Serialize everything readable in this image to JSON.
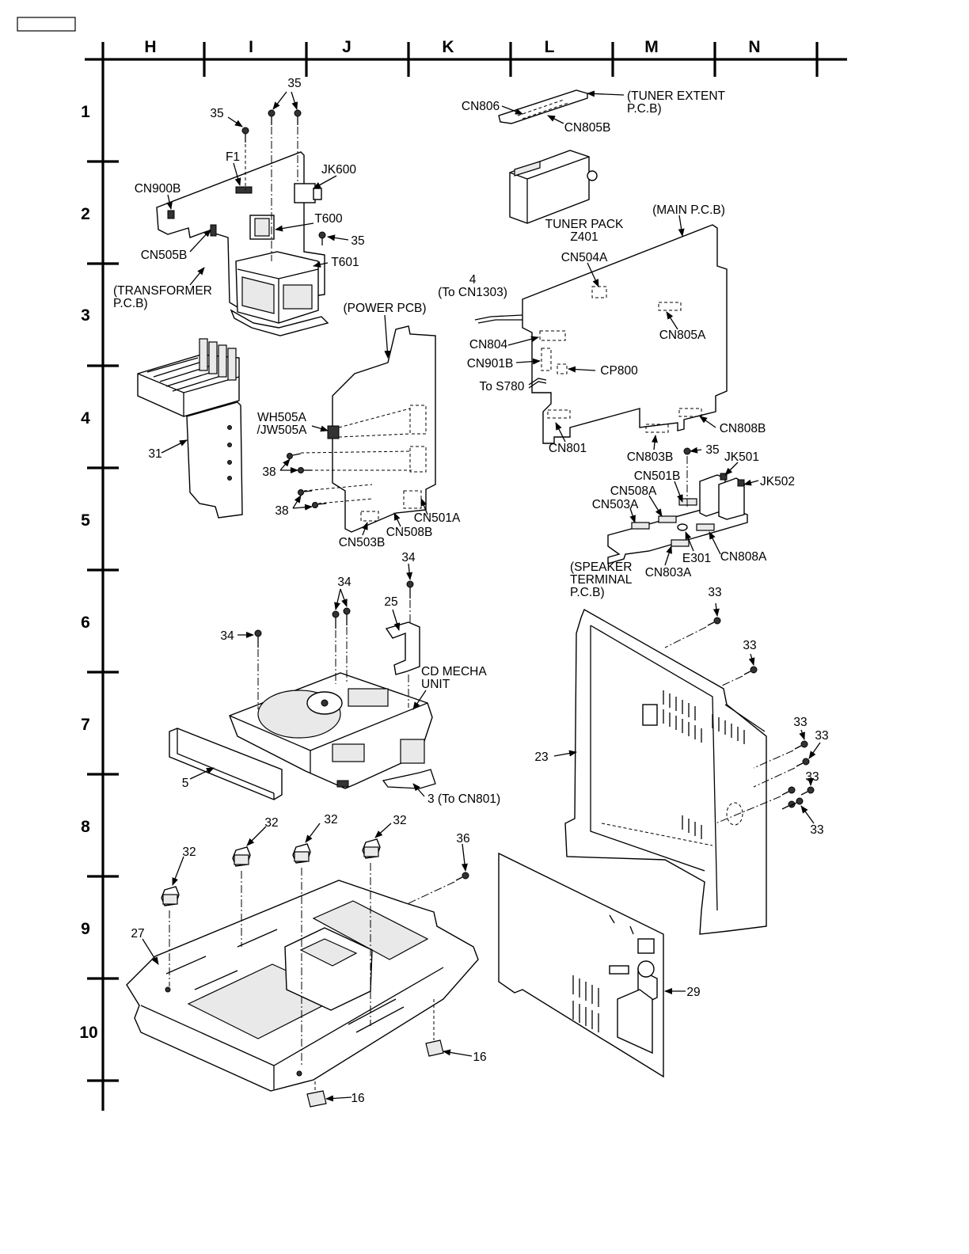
{
  "grid": {
    "columns": [
      "H",
      "I",
      "J",
      "K",
      "L",
      "M",
      "N"
    ],
    "rows": [
      "1",
      "2",
      "3",
      "4",
      "5",
      "6",
      "7",
      "8",
      "9",
      "10"
    ]
  },
  "labels": {
    "l35_top": "35",
    "l35_left": "35",
    "f1": "F1",
    "jk600": "JK600",
    "cn900b": "CN900B",
    "t600": "T600",
    "l35_mid": "35",
    "cn505b": "CN505B",
    "t601": "T601",
    "transformer_1": "(TRANSFORMER",
    "transformer_2": "P.C.B)",
    "power_pcb": "(POWER PCB)",
    "wh505a": "WH505A",
    "jw505a": "/JW505A",
    "l31": "31",
    "l38_a": "38",
    "l38_b": "38",
    "cn501a": "CN501A",
    "cn508b": "CN508B",
    "cn503b": "CN503B",
    "cn806": "CN806",
    "tuner_extent_1": "(TUNER EXTENT",
    "tuner_extent_2": "P.C.B)",
    "cn805b": "CN805B",
    "tuner_pack": "TUNER PACK",
    "z401": "Z401",
    "main_pcb": "(MAIN P.C.B)",
    "cn504a": "CN504A",
    "l4": "4",
    "to_cn1303": "(To CN1303)",
    "cn805a": "CN805A",
    "cn804": "CN804",
    "cn901b": "CN901B",
    "cp800": "CP800",
    "to_s780": "To S780",
    "cn808b": "CN808B",
    "cn801": "CN801",
    "cn803b": "CN803B",
    "l35_right": "35",
    "jk501": "JK501",
    "jk502": "JK502",
    "cn501b": "CN501B",
    "cn508a": "CN508A",
    "cn503a": "CN503A",
    "e301": "E301",
    "cn808a": "CN808A",
    "cn803a": "CN803A",
    "speaker_1": "(SPEAKER",
    "speaker_2": "TERMINAL",
    "speaker_3": "P.C.B)",
    "l34_top": "34",
    "l34_mid": "34",
    "l34_left": "34",
    "l25": "25",
    "cd_mecha_1": "CD MECHA",
    "cd_mecha_2": "UNIT",
    "l5": "5",
    "l3_cn801": "3 (To CN801)",
    "l33_a": "33",
    "l33_b": "33",
    "l33_c": "33",
    "l33_d": "33",
    "l33_e": "33",
    "l33_f": "33",
    "l23": "23",
    "l32_a": "32",
    "l32_b": "32",
    "l32_c": "32",
    "l32_d": "32",
    "l36": "36",
    "l27": "27",
    "l29": "29",
    "l16_a": "16",
    "l16_b": "16"
  }
}
